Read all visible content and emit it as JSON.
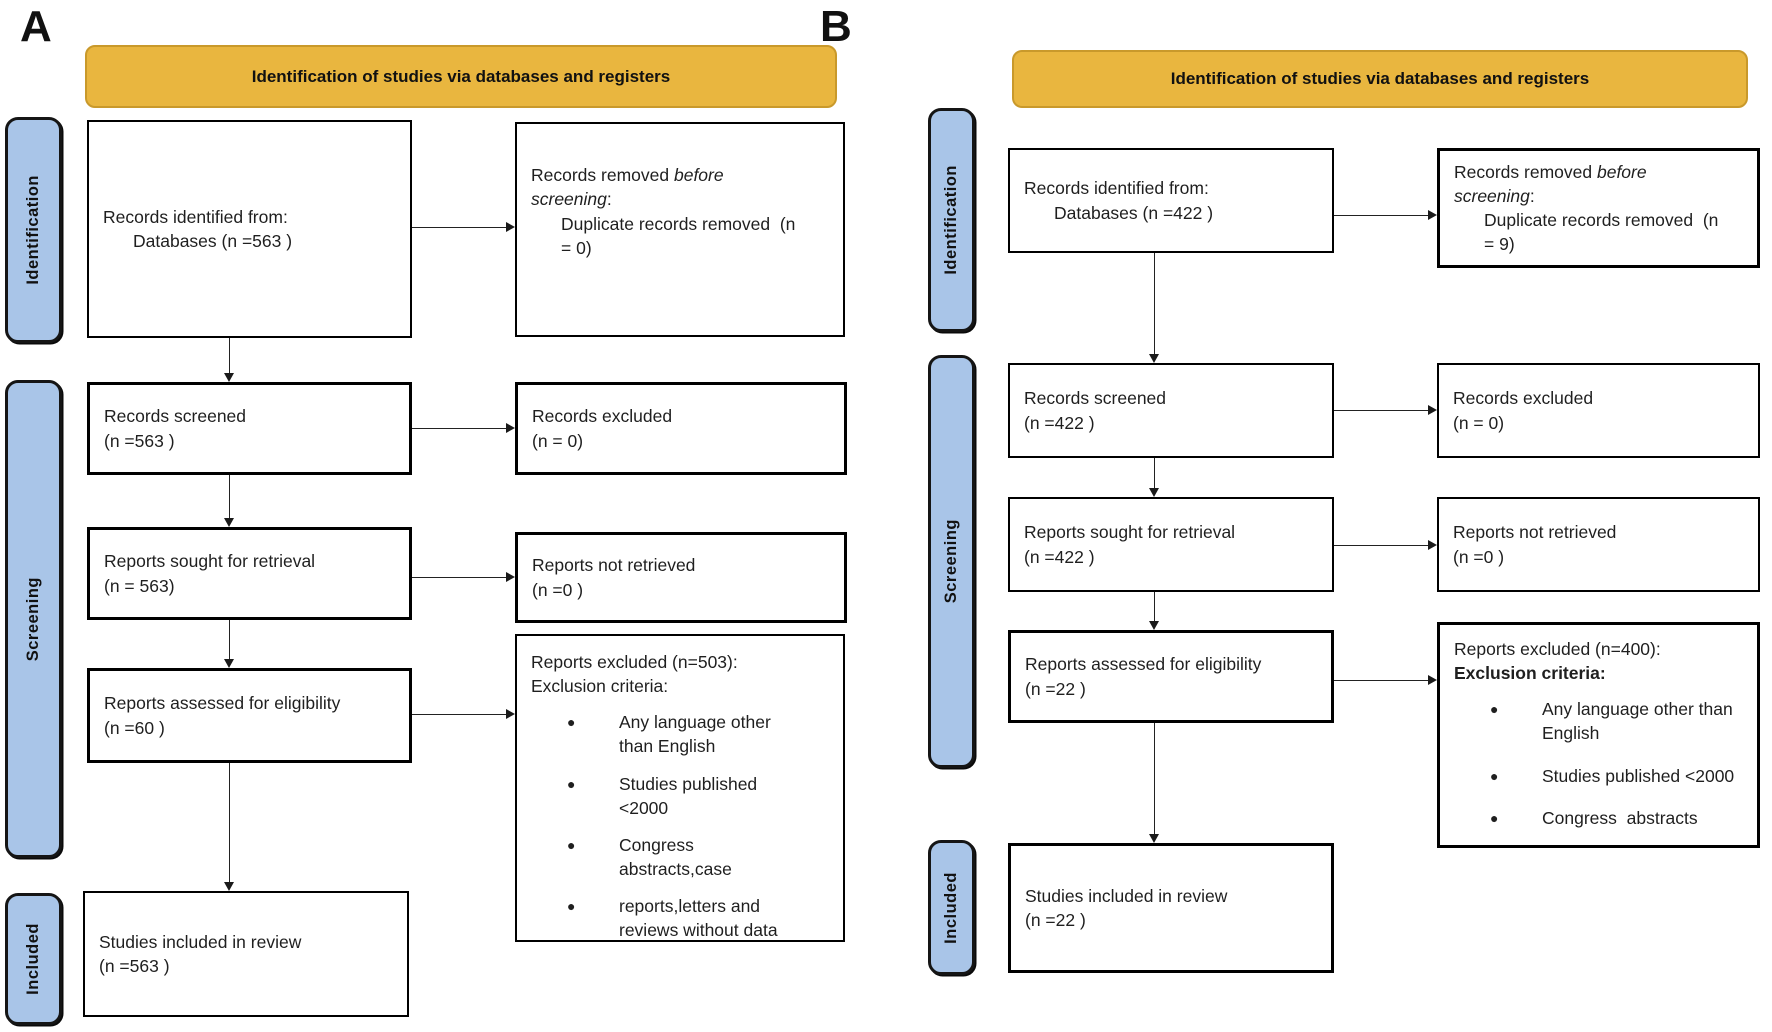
{
  "colors": {
    "banner_bg": "#E9B63F",
    "banner_border": "#C9992B",
    "sidebar_bg": "#A9C5E8",
    "box_border": "#000000"
  },
  "panel_a": {
    "label": "A",
    "banner": "Identification of studies via databases and registers",
    "sidebar": {
      "identification": "Identification",
      "screening": "Screening",
      "included": "Included"
    },
    "boxes": {
      "identified": {
        "line1": "Records identified from:",
        "line2": "Databases (n =563 )"
      },
      "removed": {
        "l1a": "Records removed ",
        "l1b": "before",
        "l2a": "screening",
        "l2b": ":",
        "l3": "Duplicate records removed  (n",
        "l4": "= 0)"
      },
      "screened": {
        "line1": "Records screened",
        "line2": "(n =563 )"
      },
      "records_excluded": {
        "line1": "Records excluded",
        "line2": "(n = 0)"
      },
      "sought": {
        "line1": "Reports sought for retrieval",
        "line2": "(n = 563)"
      },
      "not_retrieved": {
        "line1": "Reports not retrieved",
        "line2": "(n =0 )"
      },
      "assessed": {
        "line1": "Reports assessed for eligibility",
        "line2": "(n =60 )"
      },
      "reports_excluded": {
        "line1": "Reports excluded (n=503):",
        "line2": "Exclusion criteria:",
        "bullets": [
          "Any language other than English",
          "Studies published <2000",
          "Congress abstracts,case",
          "reports,letters and reviews without data"
        ]
      },
      "included": {
        "line1": "Studies included in review",
        "line2": "(n =563 )"
      }
    }
  },
  "panel_b": {
    "label": "B",
    "banner": "Identification of studies via databases and registers",
    "sidebar": {
      "identification": "Identification",
      "screening": "Screening",
      "included": "Included"
    },
    "boxes": {
      "identified": {
        "line1": "Records identified from:",
        "line2": "Databases (n =422 )"
      },
      "removed": {
        "l1a": "Records removed ",
        "l1b": "before",
        "l2a": "screening",
        "l2b": ":",
        "l3": "Duplicate records removed  (n",
        "l4": "= 9)"
      },
      "screened": {
        "line1": "Records screened",
        "line2": "(n =422 )"
      },
      "records_excluded": {
        "line1": "Records excluded",
        "line2": "(n = 0)"
      },
      "sought": {
        "line1": "Reports sought for retrieval",
        "line2": "(n =422 )"
      },
      "not_retrieved": {
        "line1": "Reports not retrieved",
        "line2": "(n =0 )"
      },
      "assessed": {
        "line1": "Reports assessed for eligibility",
        "line2": "(n =22 )"
      },
      "reports_excluded": {
        "line1": "Reports excluded (n=400):",
        "line2": "Exclusion criteria:",
        "bullets": [
          "Any language other than English",
          "Studies published <2000",
          "Congress  abstracts"
        ]
      },
      "included": {
        "line1": "Studies included in review",
        "line2": "(n =22 )"
      }
    }
  }
}
